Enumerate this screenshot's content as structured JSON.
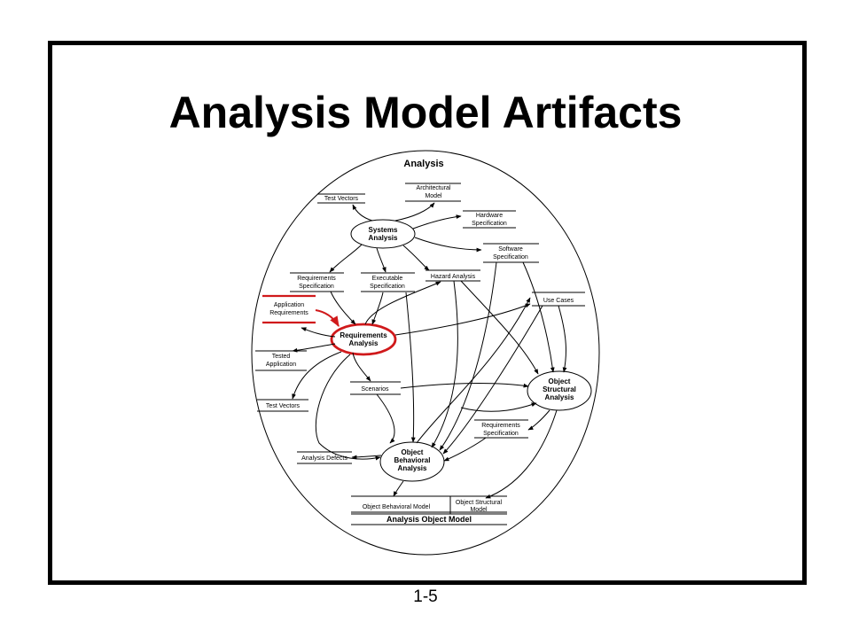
{
  "slide": {
    "title": "Analysis Model Artifacts",
    "page_number": "1-5"
  },
  "diagram": {
    "container_label": "Analysis",
    "processes": {
      "systems_analysis": [
        "Systems",
        "Analysis"
      ],
      "requirements_analysis": [
        "Requirements",
        "Analysis"
      ],
      "object_structural_analysis": [
        "Object",
        "Structural",
        "Analysis"
      ],
      "object_behavioral_analysis": [
        "Object",
        "Behavioral",
        "Analysis"
      ]
    },
    "artifacts": {
      "test_vectors_top": [
        "Test Vectors"
      ],
      "architectural_model": [
        "Architectural",
        "Model"
      ],
      "hardware_specification": [
        "Hardware",
        "Specification"
      ],
      "software_specification": [
        "Software",
        "Specification"
      ],
      "requirements_specification_left": [
        "Requirements",
        "Specification"
      ],
      "executable_specification": [
        "Executable",
        "Specification"
      ],
      "hazard_analysis": [
        "Hazard Analysis"
      ],
      "use_cases": [
        "Use Cases"
      ],
      "application_requirements": [
        "Application",
        "Requirements"
      ],
      "tested_application": [
        "Tested",
        "Application"
      ],
      "test_vectors_bottom": [
        "Test Vectors"
      ],
      "scenarios": [
        "Scenarios"
      ],
      "requirements_specification_right": [
        "Requirements",
        "Specification"
      ],
      "analysis_defects": [
        "Analysis Defects"
      ],
      "object_behavioral_model": [
        "Object Behavioral Model"
      ],
      "object_structural_model": [
        "Object Structural",
        "Model"
      ]
    },
    "model_label": "Analysis Object Model",
    "colors": {
      "highlight": "#d0191b",
      "ink": "#000000",
      "frame": "#000000"
    }
  }
}
